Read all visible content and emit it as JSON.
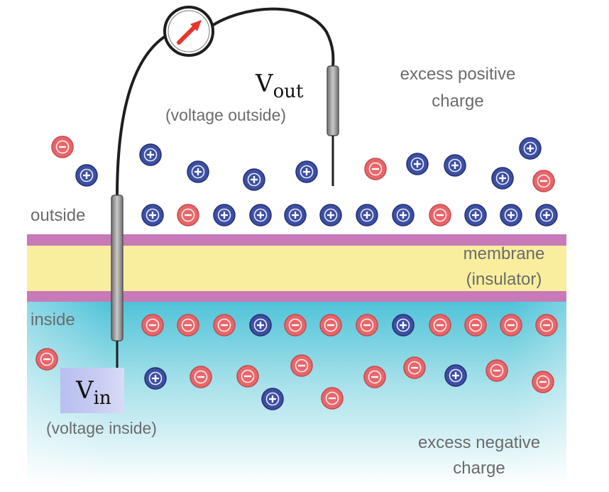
{
  "labels": {
    "outside": "outside",
    "inside": "inside",
    "membrane_line1": "membrane",
    "membrane_line2": "(insulator)",
    "excess_positive_line1": "excess positive",
    "excess_positive_line2": "charge",
    "excess_negative_line1": "excess negative",
    "excess_negative_line2": "charge",
    "vout_main": "V",
    "vout_sub": "out",
    "vout_caption": "(voltage outside)",
    "vin_main": "V",
    "vin_sub": "in",
    "vin_caption": "(voltage inside)"
  },
  "charge_symbols": {
    "positive": "+",
    "negative": "−"
  },
  "colors": {
    "positive_ion": "#3d4fa3",
    "negative_ion": "#e8666a",
    "membrane_edge": "#c879b8",
    "membrane_core": "#f8ee9e",
    "inside_fluid": "#4fc3d8",
    "pointer": "#e8352c"
  },
  "icons": [
    "voltmeter-icon",
    "needle-arrow-icon",
    "electrode-probe-icon"
  ],
  "charges": {
    "outside_scattered": [
      "-",
      "+",
      "+",
      "+",
      "+",
      "+",
      "-",
      "+",
      "+",
      "+",
      "+",
      "-"
    ],
    "outside_row": [
      "+",
      "-",
      "+",
      "+",
      "+",
      "+",
      "+",
      "+",
      "-",
      "+",
      "+",
      "+"
    ],
    "inside_row": [
      "-",
      "-",
      "-",
      "+",
      "-",
      "-",
      "-",
      "+",
      "-",
      "-",
      "-",
      "-"
    ],
    "inside_scattered": [
      "-",
      "+",
      "-",
      "-",
      "+",
      "-",
      "-",
      "-",
      "-",
      "+",
      "-",
      "-"
    ]
  }
}
